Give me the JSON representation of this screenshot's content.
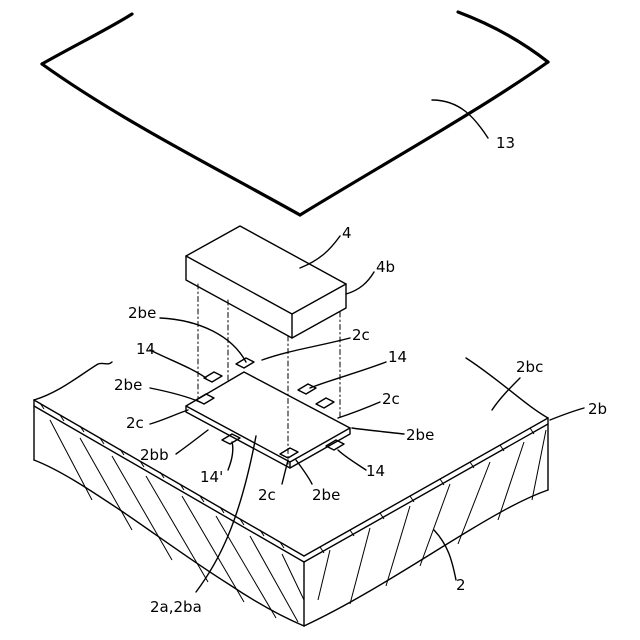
{
  "labels": {
    "l13": "13",
    "l4": "4",
    "l4b": "4b",
    "l2be_top": "2be",
    "l2c_top": "2c",
    "l14_left": "14",
    "l14_right": "14",
    "l2bc": "2bc",
    "l2b": "2b",
    "l2be_left": "2be",
    "l2c_right": "2c",
    "l2c_left": "2c",
    "l2be_right": "2be",
    "l2bb": "2bb",
    "l14prime": "14'",
    "l14_bottom": "14",
    "l2c_bottom": "2c",
    "l2be_bottom": "2be",
    "l2": "2",
    "l2a": "2a,2ba"
  }
}
